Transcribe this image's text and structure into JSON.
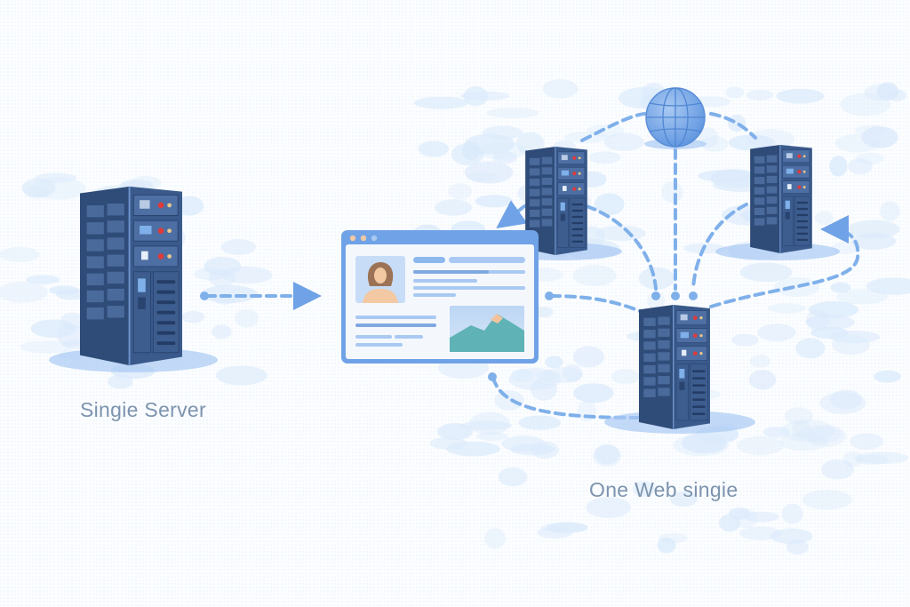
{
  "labels": {
    "left_server": "Singie Server",
    "right_cluster": "One Web singie"
  },
  "nodes": {
    "single_server": {
      "icon": "server-rack-icon"
    },
    "cluster_servers": [
      {
        "id": "server-top-left",
        "icon": "server-rack-icon"
      },
      {
        "id": "server-top-right",
        "icon": "server-rack-icon"
      },
      {
        "id": "server-bottom-center",
        "icon": "server-rack-icon"
      }
    ],
    "globe": {
      "icon": "globe-icon"
    },
    "webpage": {
      "icon": "browser-window-icon",
      "contains": [
        "profile-avatar-icon",
        "landscape-image-icon"
      ]
    }
  },
  "colors": {
    "background": "#fbfdff",
    "blob": "#dbeafb",
    "server_dark": "#2f4b78",
    "server_mid": "#3d5d8f",
    "server_light": "#4d6fa3",
    "connector": "#7fb0ea",
    "window_frame": "#6fa2e6",
    "led_red": "#e03a3a",
    "label_text": "#7c93ae"
  }
}
